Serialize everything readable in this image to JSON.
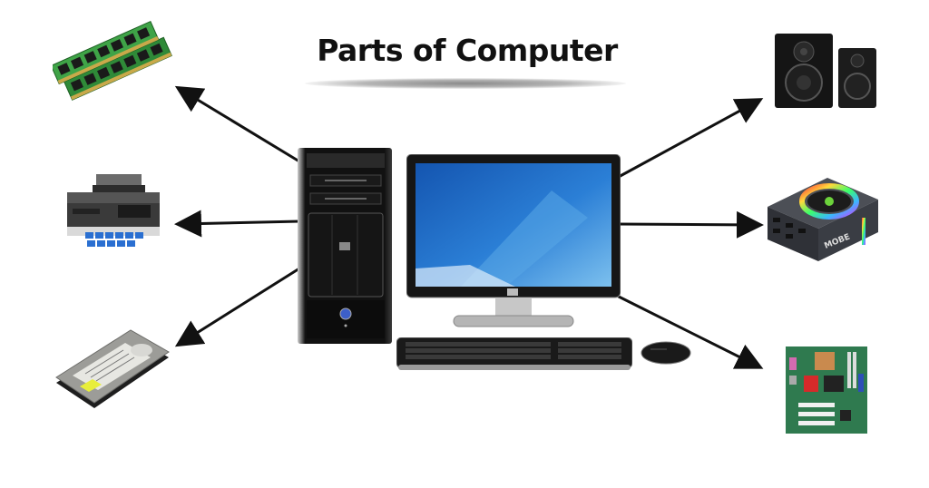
{
  "title": "Parts of Computer",
  "center": {
    "components": [
      "CPU tower",
      "Monitor",
      "Keyboard",
      "Mouse"
    ]
  },
  "parts": [
    {
      "id": "ram",
      "name": "RAM modules",
      "side": "left",
      "position": "top"
    },
    {
      "id": "printer",
      "name": "Printer",
      "side": "left",
      "position": "middle"
    },
    {
      "id": "hard-disk",
      "name": "Hard disk drive",
      "side": "left",
      "position": "bottom"
    },
    {
      "id": "speakers",
      "name": "Speakers",
      "side": "right",
      "position": "top"
    },
    {
      "id": "power-supply",
      "name": "Power supply unit",
      "side": "right",
      "position": "middle",
      "label_text": "MOBE"
    },
    {
      "id": "motherboard",
      "name": "Motherboard",
      "side": "right",
      "position": "bottom"
    }
  ],
  "colors": {
    "arrow": "#111111",
    "ram_green": "#2e8b3a",
    "monitor_screen": "#1f6fc4",
    "psu_body": "#3a3d44"
  }
}
